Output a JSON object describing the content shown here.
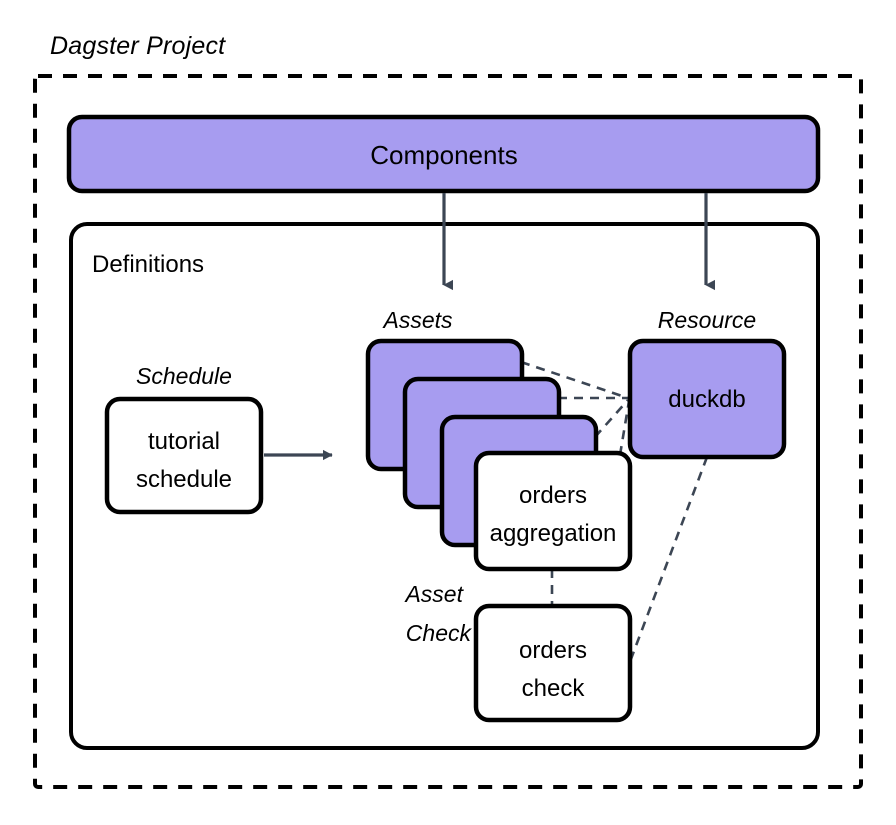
{
  "diagram": {
    "title": "Dagster Project",
    "outer_frame_style": "dashed",
    "components_bar": {
      "label": "Components",
      "fill": "#a79cf0"
    },
    "definitions": {
      "label": "Definitions"
    },
    "type_labels": {
      "schedule": "Schedule",
      "assets": "Assets",
      "resource": "Resource",
      "asset_check_line1": "Asset",
      "asset_check_line2": "Check"
    },
    "nodes": {
      "schedule": {
        "line1": "tutorial",
        "line2": "schedule",
        "fill": "#ffffff"
      },
      "asset_stack": {
        "count": 3,
        "fill": "#a79cf0"
      },
      "orders_aggregation": {
        "line1": "orders",
        "line2": "aggregation",
        "fill": "#ffffff"
      },
      "resource_duckdb": {
        "line1": "duckdb",
        "fill": "#a79cf0"
      },
      "orders_check": {
        "line1": "orders",
        "line2": "check",
        "fill": "#ffffff"
      }
    },
    "colors": {
      "accent_purple": "#a79cf0",
      "outline": "#000000",
      "connector": "#3c4654",
      "background": "#ffffff"
    }
  }
}
